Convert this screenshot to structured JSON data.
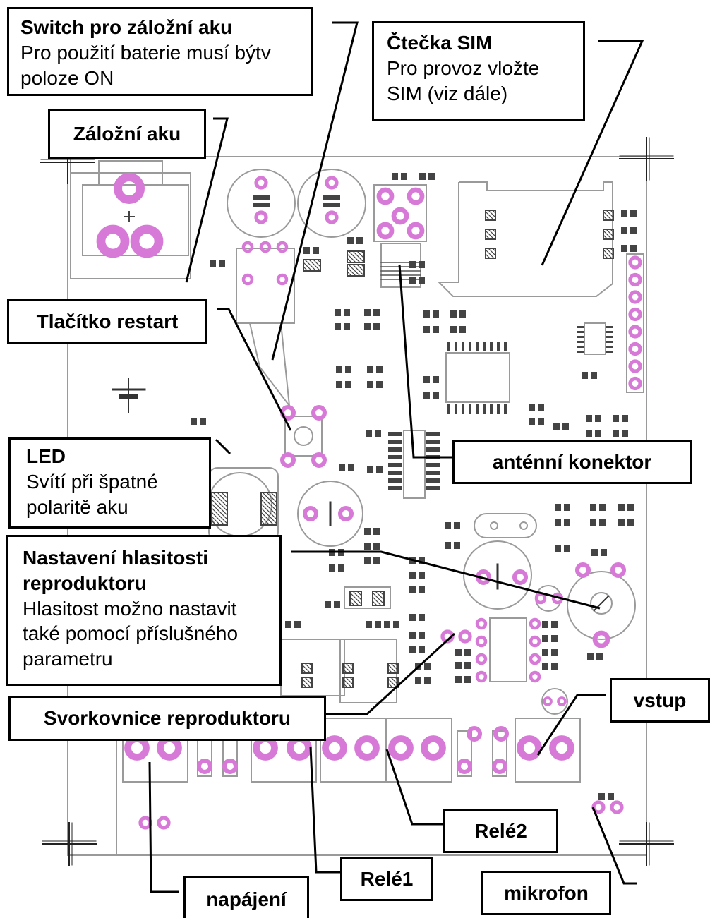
{
  "colors": {
    "pad": "#d77ad7",
    "pad_hole": "#ffffff",
    "outline": "#9a9a9a",
    "smd": "#444444",
    "leader": "#000000",
    "box_border": "#000000"
  },
  "labels": {
    "switch": {
      "title": "Switch pro záložní aku",
      "desc": "Pro použití baterie musí býtv poloze ON"
    },
    "battery": {
      "title": "Záložní aku"
    },
    "sim": {
      "title": "Čtečka SIM",
      "desc": "Pro provoz vložte SIM (viz dále)"
    },
    "restart": {
      "title": "Tlačítko restart"
    },
    "led": {
      "title": "LED",
      "desc": "Svítí při špatné polaritě aku"
    },
    "antenna": {
      "title": "anténní konektor"
    },
    "volume": {
      "title": "Nastavení hlasitosti reproduktoru",
      "desc": "Hlasitost možno nastavit také pomocí příslušného parametru"
    },
    "speaker_terminal": {
      "title": "Svorkovnice reproduktoru"
    },
    "input": {
      "title": "vstup"
    },
    "relay2": {
      "title": "Relé2"
    },
    "relay1": {
      "title": "Relé1"
    },
    "microphone": {
      "title": "mikrofon"
    },
    "power": {
      "title": "napájení"
    }
  }
}
